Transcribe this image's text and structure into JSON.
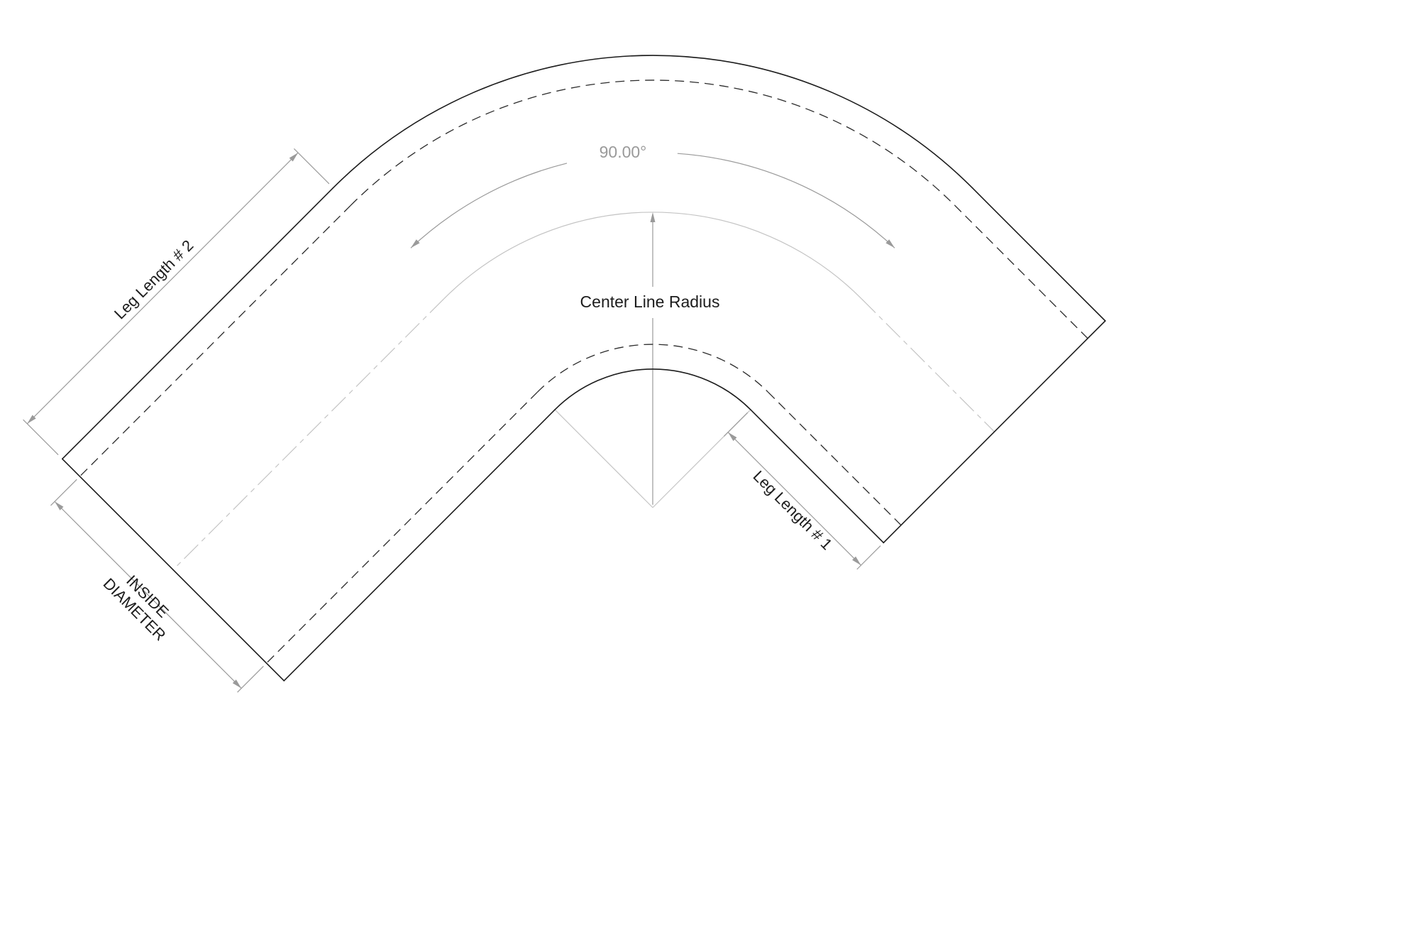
{
  "diagram": {
    "labels": {
      "angle": "90.00°",
      "center_line_radius": "Center Line Radius",
      "leg_length_1": "Leg Length # 1",
      "leg_length_2": "Leg Length # 2",
      "inside_diameter_line1": "INSIDE",
      "inside_diameter_line2": "DIAMETER"
    },
    "colors": {
      "background": "#ffffff",
      "outline": "#1c1c1c",
      "hidden_line": "#2b2b2b",
      "dimension": "#9a9a9a",
      "centerline": "#c4c4c4",
      "label_text": "#1c1c1c",
      "angle_text": "#9a9a9a"
    }
  }
}
